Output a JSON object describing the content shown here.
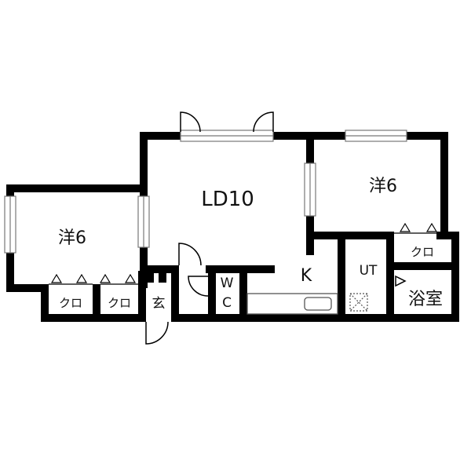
{
  "rooms": {
    "living": "LD10",
    "bedroom_right": "洋6",
    "bedroom_left": "洋6",
    "kitchen": "K",
    "utility": "UT",
    "bath": "浴室",
    "entrance": "玄",
    "toilet_top": "W",
    "toilet_bottom": "C"
  },
  "closets": {
    "left_a": "クロ",
    "left_b": "クロ",
    "right": "クロ"
  },
  "colors": {
    "wall": "#000000",
    "background": "#ffffff",
    "window": "#777777",
    "fixture": "#555555"
  }
}
